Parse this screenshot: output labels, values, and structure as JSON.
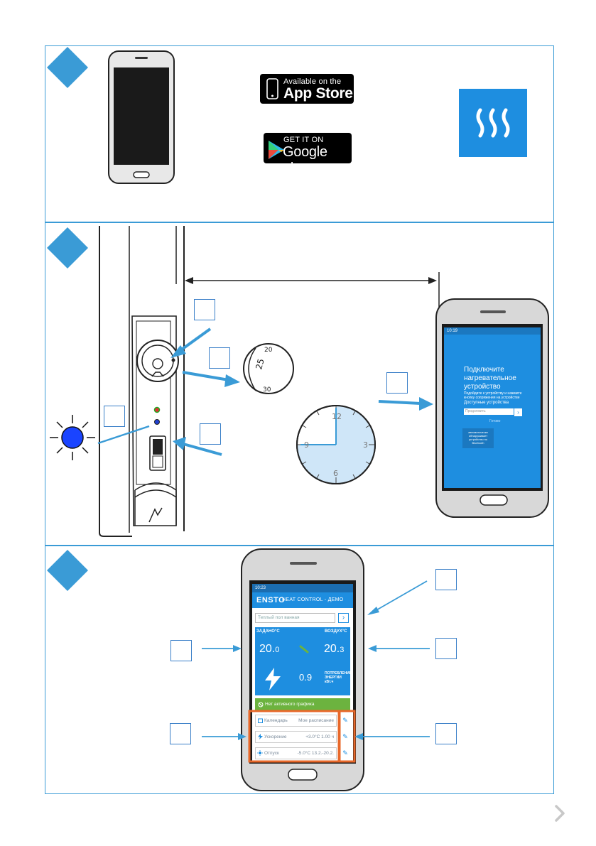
{
  "badges": {
    "appstore": {
      "small": "Available on the",
      "big": "App Store"
    },
    "googleplay": {
      "small": "GET IT ON",
      "big": "Google play"
    }
  },
  "app_phone": {
    "status": "10:19",
    "title_lines": [
      "Подключите",
      "нагревательное",
      "устройство"
    ],
    "instruction": "Подойдите к устройству и нажмите кнопку сопряжения на устройстве",
    "available_label": "Доступные устройства",
    "input_placeholder": "Продолжить",
    "link": "Готово",
    "auto_button": "автоматически обнаруживает устройство по Bluetooth"
  },
  "control_phone": {
    "status": "10:23",
    "logo": "ENSTO",
    "title": "HEAT CONTROL - ДЕМО",
    "device": "Теплый пол ванная",
    "set_label": "ЗАДАНО°C",
    "air_label": "ВОЗДУХ°C",
    "set_value": "20.",
    "set_dec": "0",
    "air_value": "20.",
    "air_dec": "3",
    "energy_value": "0.9",
    "energy_label": [
      "ПОТРЕБЛЕНИЕ",
      "ЭНЕРГИИ",
      "кВт.ч"
    ],
    "schedule_status": "Нет активного графика",
    "rows": [
      {
        "key": "Календарь",
        "value": "Мое расписание"
      },
      {
        "key": "Ускорение",
        "value": "+3.0°C 1.00 ч"
      },
      {
        "key": "Отпуск",
        "value": "-5.0°C 13.2.-20.2."
      }
    ]
  },
  "colors": {
    "accent": "#3a9bd6",
    "screen_blue": "#1e8ee0",
    "orange": "#e8682a",
    "green": "#6cb33f"
  },
  "icons": [
    "step-diamond-icon",
    "heat-waves-icon",
    "blue-led-icon",
    "clock-icon",
    "next-page-icon",
    "edit-pencil-icon"
  ]
}
